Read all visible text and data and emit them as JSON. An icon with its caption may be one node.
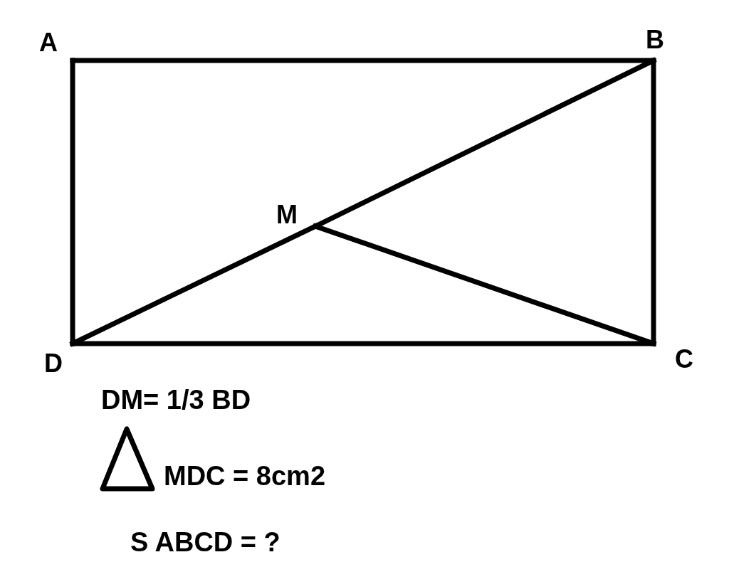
{
  "diagram": {
    "nodes": [
      {
        "text": [
          "A"
        ]
      },
      {
        "text": [
          "B"
        ]
      },
      {
        "text": [
          "M"
        ]
      },
      {
        "text": [
          "D"
        ]
      },
      {
        "text": [
          "C"
        ]
      }
    ],
    "edges": [
      {
        "from": 0,
        "to": 1,
        "arrow": "none"
      },
      {
        "from": 1,
        "to": 4,
        "arrow": "none"
      },
      {
        "from": 3,
        "to": 4,
        "arrow": "none"
      },
      {
        "from": 0,
        "to": 3,
        "arrow": "none"
      },
      {
        "from": 1,
        "to": 2,
        "arrow": "none"
      },
      {
        "from": 2,
        "to": 3,
        "arrow": "none"
      },
      {
        "from": 2,
        "to": 4,
        "arrow": "none"
      }
    ],
    "labels": [
      "DM= 1/3 BD",
      "MDC = 8cm2",
      "S ABCD = ?"
    ]
  }
}
